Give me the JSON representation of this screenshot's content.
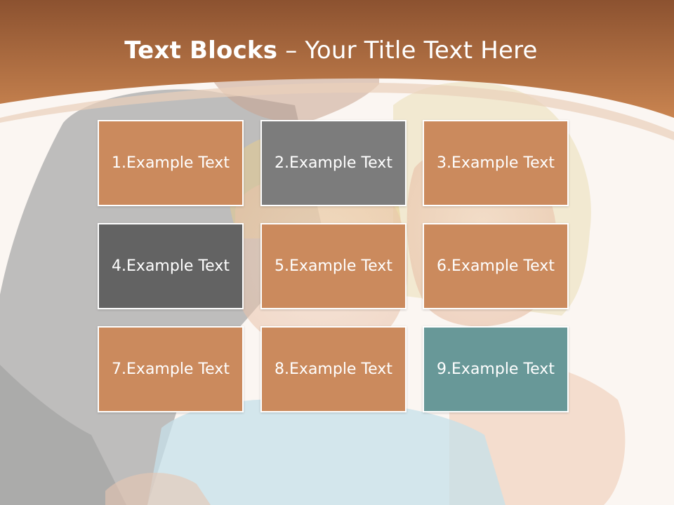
{
  "title": {
    "bold_part": "Text Blocks",
    "dash": " – ",
    "regular_part": "Your Title Text Here"
  },
  "colors": {
    "header_top": "#8c5230",
    "header_bottom": "#c98450",
    "block_orange": "#cb8a5d",
    "block_gray": "#7c7c7c",
    "block_dark_gray": "#636363",
    "block_teal": "#689898"
  },
  "blocks": [
    {
      "label": "1.Example Text",
      "color": "#cb8a5d"
    },
    {
      "label": "2.Example Text",
      "color": "#7c7c7c"
    },
    {
      "label": "3.Example Text",
      "color": "#cb8a5d"
    },
    {
      "label": "4.Example Text",
      "color": "#636363"
    },
    {
      "label": "5.Example Text",
      "color": "#cb8a5d"
    },
    {
      "label": "6.Example Text",
      "color": "#cb8a5d"
    },
    {
      "label": "7.Example Text",
      "color": "#cb8a5d"
    },
    {
      "label": "8.Example Text",
      "color": "#cb8a5d"
    },
    {
      "label": "9.Example Text",
      "color": "#689898"
    }
  ]
}
